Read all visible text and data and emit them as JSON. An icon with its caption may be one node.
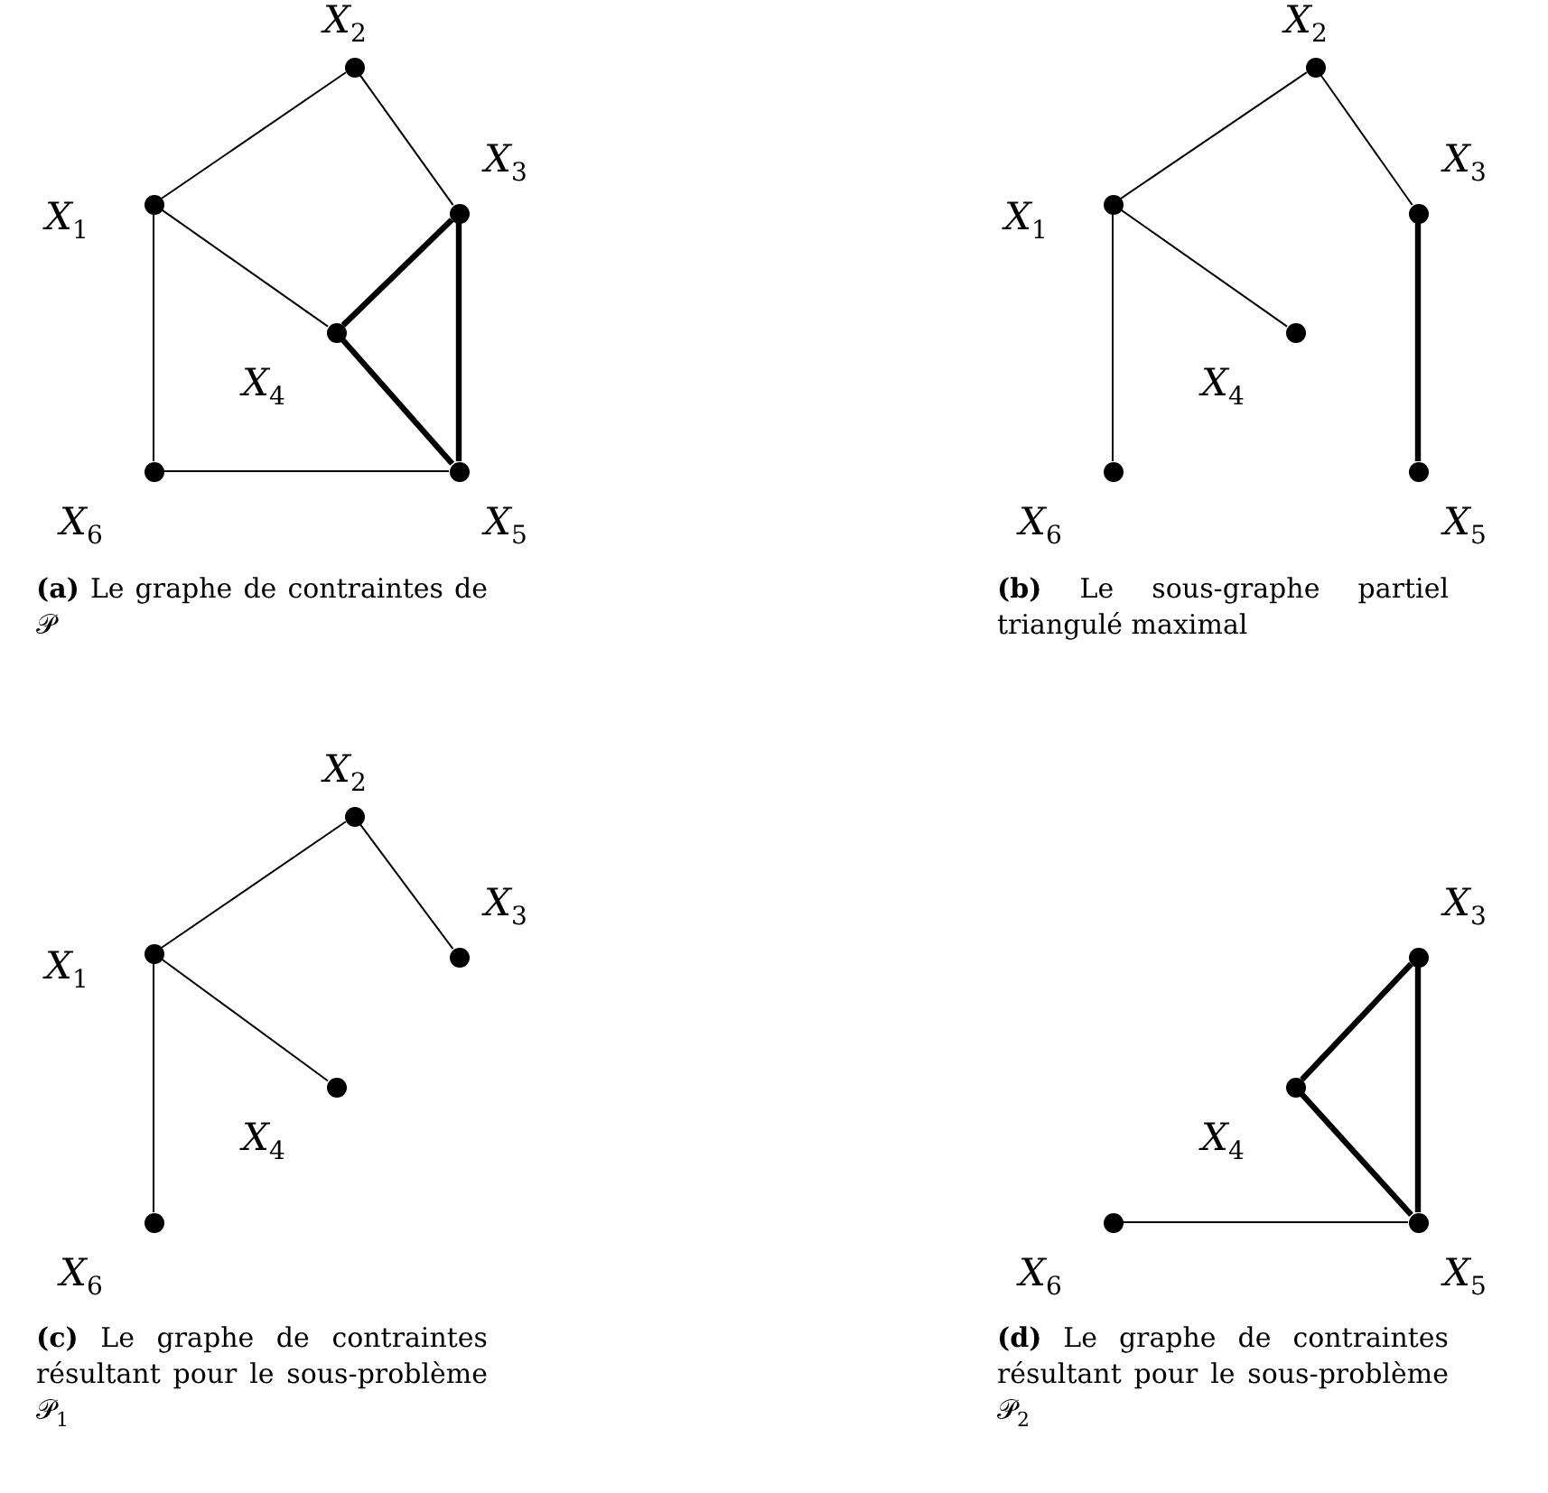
{
  "diagram": {
    "nodes": [
      {
        "text": [],
        "shape": "circle",
        "beside": [
          "*X*$_{1}$"
        ]
      },
      {
        "text": [],
        "shape": "circle",
        "beside": [
          "*X*$_{2}$"
        ]
      },
      {
        "text": [],
        "shape": "circle",
        "beside": [
          "*X*$_{3}$"
        ]
      },
      {
        "text": [],
        "shape": "circle",
        "beside": [
          "*X*$_{4}$"
        ]
      },
      {
        "text": [],
        "shape": "circle",
        "beside": [
          "*X*$_{5}$"
        ]
      },
      {
        "text": [],
        "shape": "circle",
        "beside": [
          "*X*$_{6}$"
        ]
      },
      {
        "text": [],
        "shape": "circle",
        "beside": [
          "*X*$_{1}$"
        ]
      },
      {
        "text": [],
        "shape": "circle",
        "beside": [
          "*X*$_{2}$"
        ]
      },
      {
        "text": [],
        "shape": "circle",
        "beside": [
          "*X*$_{3}$"
        ]
      },
      {
        "text": [],
        "shape": "circle",
        "beside": [
          "*X*$_{4}$"
        ]
      },
      {
        "text": [],
        "shape": "circle",
        "beside": [
          "*X*$_{5}$"
        ]
      },
      {
        "text": [],
        "shape": "circle",
        "beside": [
          "*X*$_{6}$"
        ]
      },
      {
        "text": [],
        "shape": "circle",
        "beside": [
          "*X*$_{1}$"
        ]
      },
      {
        "text": [],
        "shape": "circle",
        "beside": [
          "*X*$_{2}$"
        ]
      },
      {
        "text": [],
        "shape": "circle",
        "beside": [
          "*X*$_{3}$"
        ]
      },
      {
        "text": [],
        "shape": "circle",
        "beside": [
          "*X*$_{4}$"
        ]
      },
      {
        "text": [],
        "shape": "circle",
        "beside": [
          "*X*$_{6}$"
        ]
      },
      {
        "text": [],
        "shape": "circle",
        "beside": [
          "*X*$_{3}$"
        ]
      },
      {
        "text": [],
        "shape": "circle",
        "beside": [
          "*X*$_{4}$"
        ]
      },
      {
        "text": [],
        "shape": "circle",
        "beside": [
          "*X*$_{5}$"
        ]
      },
      {
        "text": [],
        "shape": "circle",
        "beside": [
          "*X*$_{6}$"
        ]
      }
    ],
    "edges": [
      {
        "from": 0,
        "to": 1,
        "arrow": "none"
      },
      {
        "from": 1,
        "to": 2,
        "arrow": "none"
      },
      {
        "from": 0,
        "to": 3,
        "arrow": "none"
      },
      {
        "from": 0,
        "to": 5,
        "arrow": "none"
      },
      {
        "from": 2,
        "to": 3,
        "arrow": "none",
        "style": "thick"
      },
      {
        "from": 3,
        "to": 4,
        "arrow": "none",
        "style": "thick"
      },
      {
        "from": 2,
        "to": 4,
        "arrow": "none",
        "style": "thick"
      },
      {
        "from": 5,
        "to": 4,
        "arrow": "none"
      },
      {
        "from": 6,
        "to": 7,
        "arrow": "none"
      },
      {
        "from": 7,
        "to": 8,
        "arrow": "none"
      },
      {
        "from": 6,
        "to": 9,
        "arrow": "none"
      },
      {
        "from": 6,
        "to": 11,
        "arrow": "none"
      },
      {
        "from": 8,
        "to": 10,
        "arrow": "none",
        "style": "thick"
      },
      {
        "from": 12,
        "to": 13,
        "arrow": "none"
      },
      {
        "from": 13,
        "to": 14,
        "arrow": "none"
      },
      {
        "from": 12,
        "to": 15,
        "arrow": "none"
      },
      {
        "from": 12,
        "to": 16,
        "arrow": "none"
      },
      {
        "from": 18,
        "to": 17,
        "arrow": "none",
        "style": "thick"
      },
      {
        "from": 18,
        "to": 19,
        "arrow": "none",
        "style": "thick"
      },
      {
        "from": 17,
        "to": 19,
        "arrow": "none",
        "style": "thick"
      },
      {
        "from": 20,
        "to": 19,
        "arrow": "none"
      }
    ],
    "labels": [
      "**(a)** Le graphe de contraintes de 𝒫",
      "**(b)** Le sous-graphe partiel triangulé maximal",
      "**(c)** Le graphe de contraintes résultant pour le sous-problème 𝒫$_{1}$",
      "**(d)** Le graphe de contraintes résultant pour le sous-problème 𝒫$_{2}$"
    ]
  }
}
